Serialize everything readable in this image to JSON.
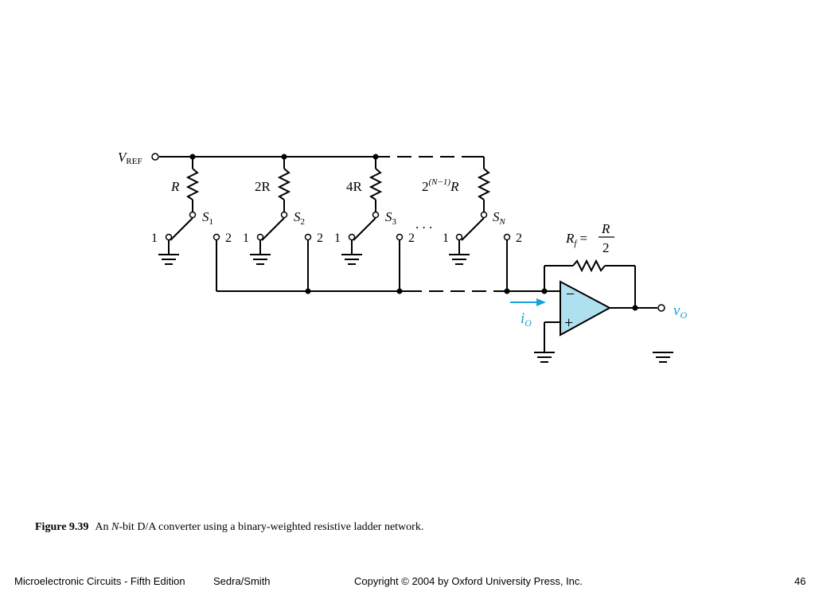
{
  "diagram": {
    "vref_label": "V",
    "vref_sub": "REF",
    "resistors": [
      "R",
      "2R",
      "4R",
      "2"
    ],
    "resistor_n_sup": "(N−1)",
    "resistor_n_suffix": "R",
    "switches": [
      {
        "name": "S",
        "sub": "1"
      },
      {
        "name": "S",
        "sub": "2"
      },
      {
        "name": "S",
        "sub": "3"
      },
      {
        "name": "S",
        "sub": "N"
      }
    ],
    "terminal_1": "1",
    "terminal_2": "2",
    "ellipsis": ". . .",
    "rf_label": "R",
    "rf_sub": "f",
    "rf_equals": "=",
    "rf_num": "R",
    "rf_den": "2",
    "opamp_minus": "−",
    "opamp_plus": "+",
    "io_label": "i",
    "io_sub": "O",
    "vo_label": "v",
    "vo_sub": "O",
    "colors": {
      "opamp_fill": "#aee0f0",
      "current_arrow": "#1aa0d8",
      "wire": "#000000"
    }
  },
  "caption": {
    "figure": "Figure 9.39",
    "pre": "An ",
    "italic": "N",
    "post": "-bit D/A converter using a binary-weighted resistive ladder network."
  },
  "footer": {
    "left_title": "Microelectronic Circuits - Fifth Edition",
    "authors": "Sedra/Smith",
    "copyright": "Copyright © 2004 by Oxford University Press, Inc.",
    "page": "46"
  }
}
